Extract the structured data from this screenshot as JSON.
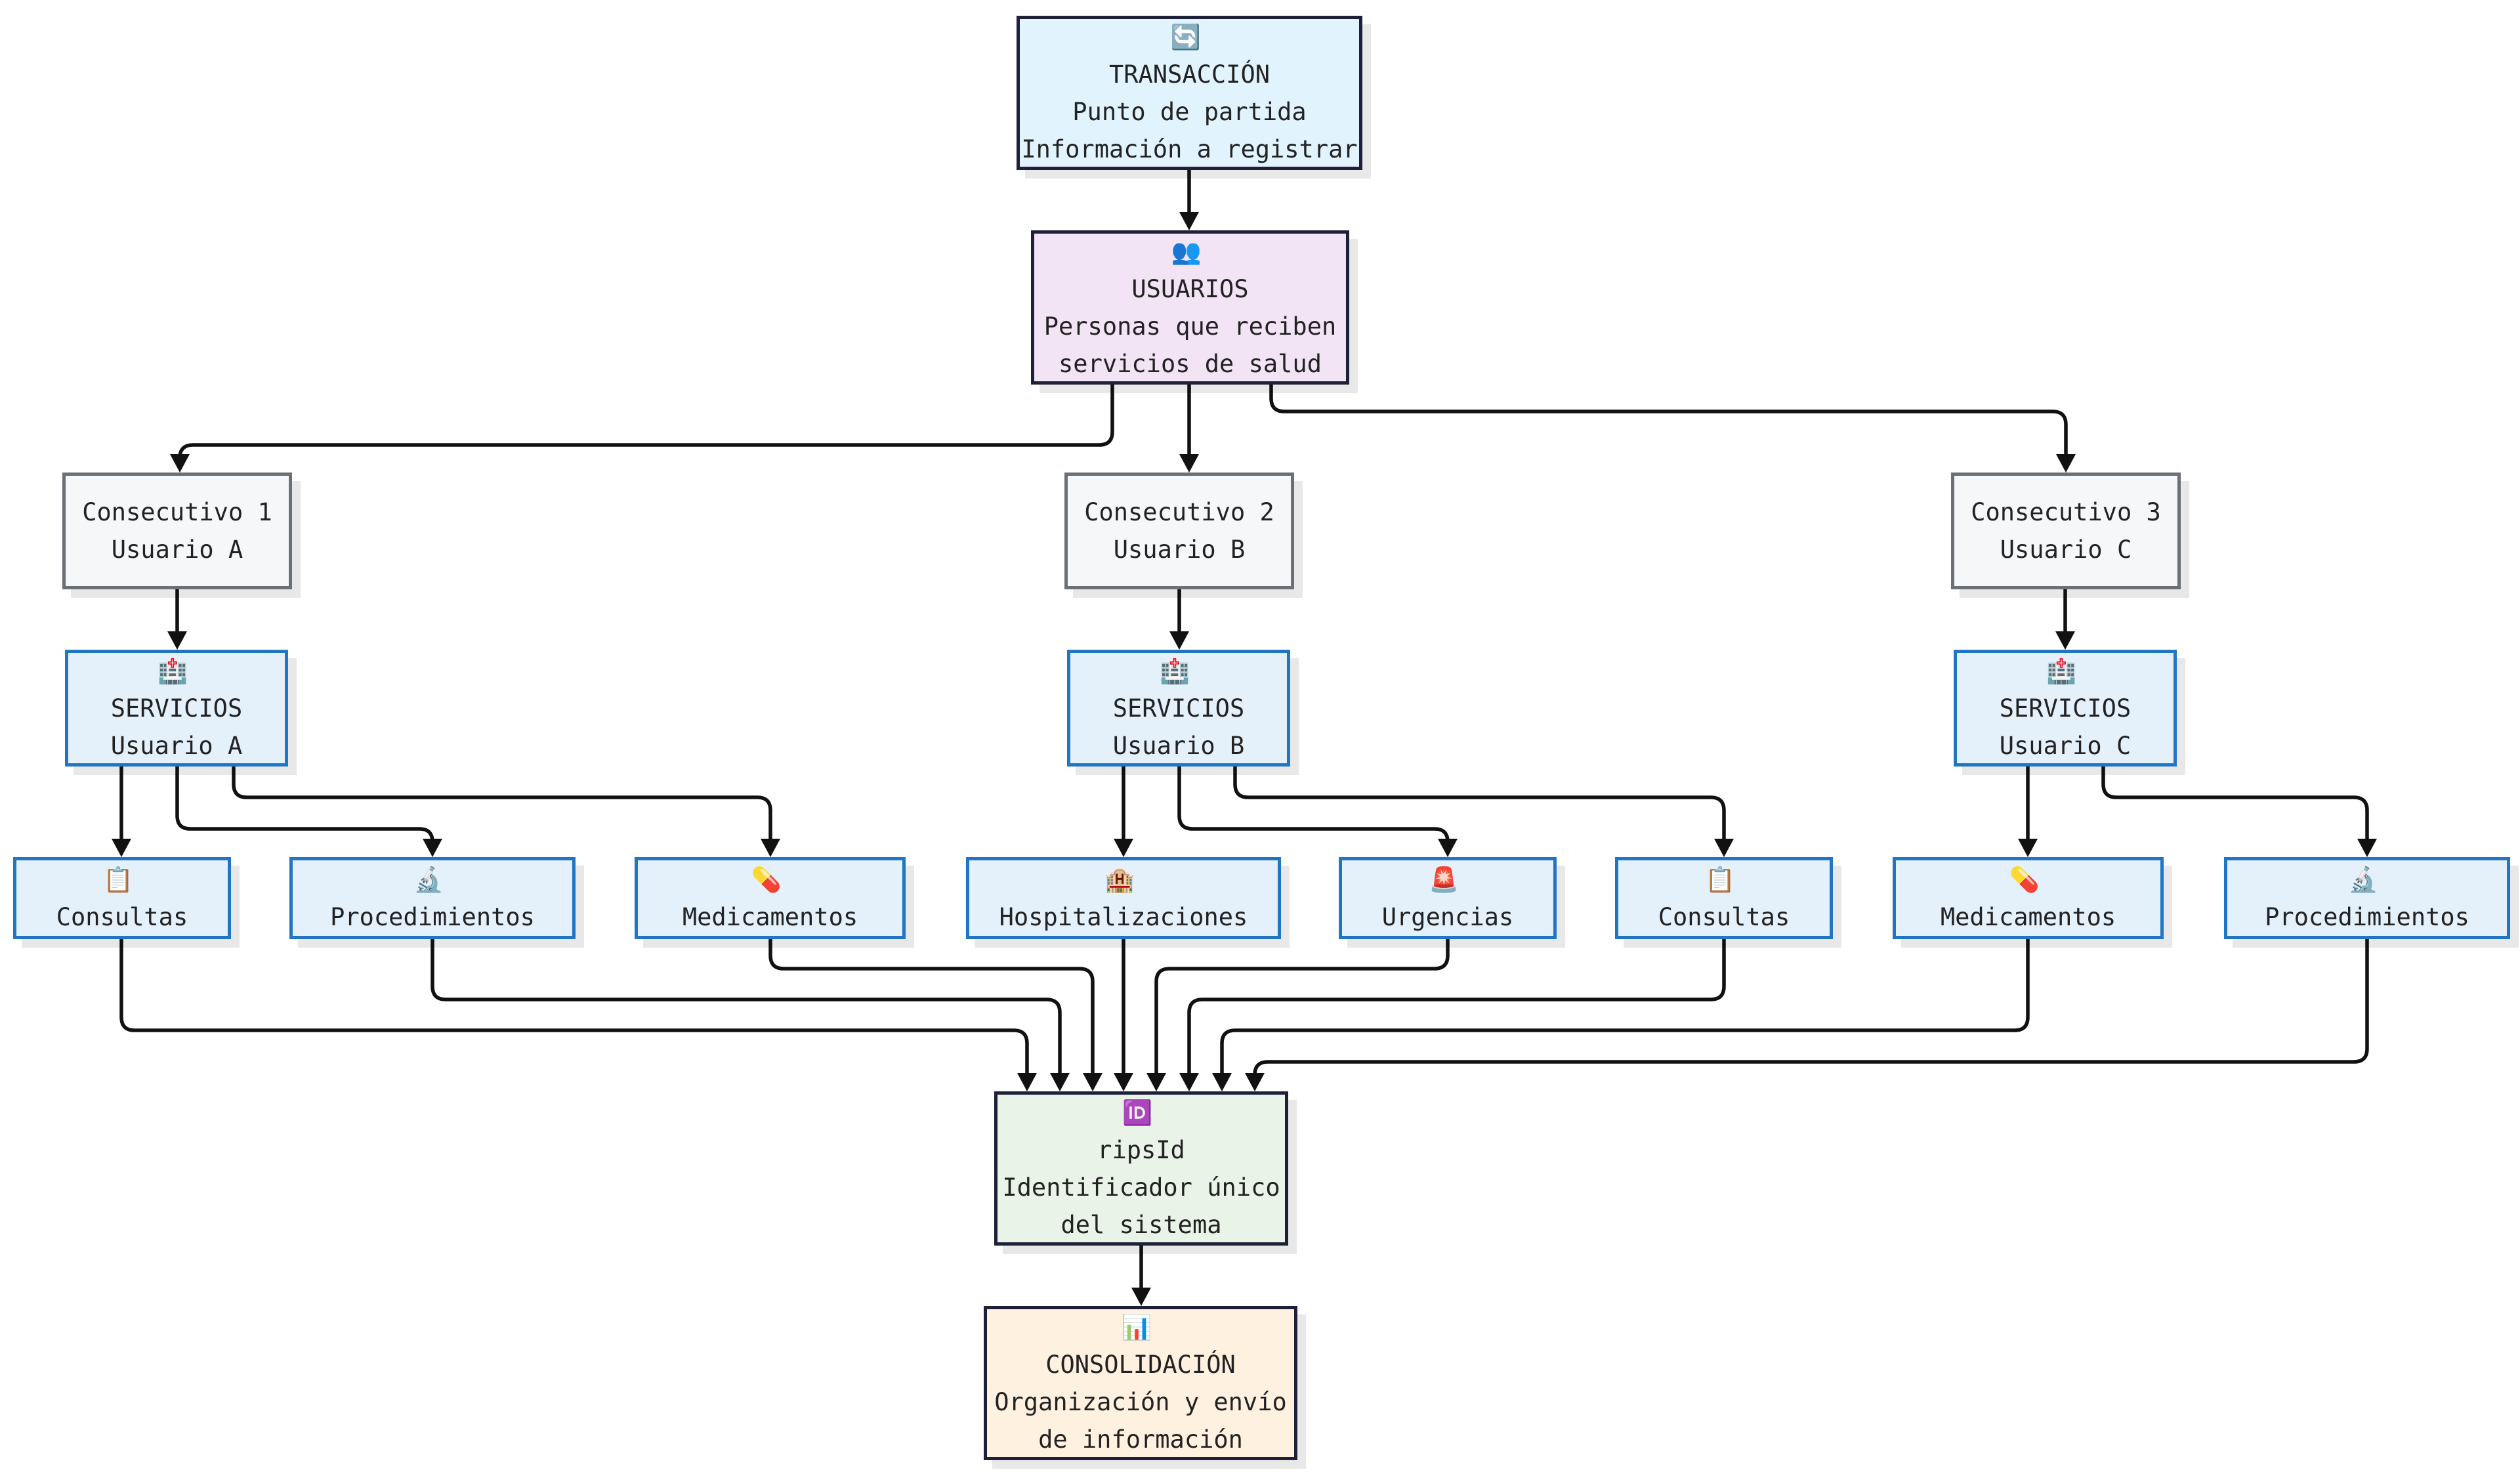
{
  "colors": {
    "transaccion_fill": "#e1f4fd",
    "usuarios_fill": "#f2e4f5",
    "ripsid_fill": "#e9f3e7",
    "consolidacion_fill": "#fff1e0",
    "consecutivo_fill": "#f6f7f8",
    "servicio_fill": "#e4f1fb",
    "servicio_border": "#2176c4",
    "edge": "#111111"
  },
  "nodes": {
    "transaccion": {
      "icon": "🔄",
      "title": "TRANSACCIÓN",
      "line2": "Punto de partida",
      "line3": "Información a registrar"
    },
    "usuarios": {
      "icon": "👥",
      "title": "USUARIOS",
      "line2": "Personas que reciben",
      "line3": "servicios de salud"
    },
    "consecutivo1": {
      "line1": "Consecutivo 1",
      "line2": "Usuario A"
    },
    "consecutivo2": {
      "line1": "Consecutivo 2",
      "line2": "Usuario B"
    },
    "consecutivo3": {
      "line1": "Consecutivo 3",
      "line2": "Usuario C"
    },
    "servicios_a": {
      "icon": "🏥",
      "title": "SERVICIOS",
      "line2": "Usuario A"
    },
    "servicios_b": {
      "icon": "🏥",
      "title": "SERVICIOS",
      "line2": "Usuario B"
    },
    "servicios_c": {
      "icon": "🏥",
      "title": "SERVICIOS",
      "line2": "Usuario C"
    },
    "consultas_a": {
      "icon": "📋",
      "label": "Consultas"
    },
    "procedimientos_a": {
      "icon": "🔬",
      "label": "Procedimientos"
    },
    "medicamentos_a": {
      "icon": "💊",
      "label": "Medicamentos"
    },
    "hospitalizaciones_b": {
      "icon": "🏨",
      "label": "Hospitalizaciones"
    },
    "urgencias_b": {
      "icon": "🚨",
      "label": "Urgencias"
    },
    "consultas_b": {
      "icon": "📋",
      "label": "Consultas"
    },
    "medicamentos_c": {
      "icon": "💊",
      "label": "Medicamentos"
    },
    "procedimientos_c": {
      "icon": "🔬",
      "label": "Procedimientos"
    },
    "ripsid": {
      "icon": "🆔",
      "title": "ripsId",
      "line2": "Identificador único",
      "line3": "del sistema"
    },
    "consolidacion": {
      "icon": "📊",
      "title": "CONSOLIDACIÓN",
      "line2": "Organización y envío",
      "line3": "de información"
    }
  },
  "edges": [
    [
      "transaccion",
      "usuarios"
    ],
    [
      "usuarios",
      "consecutivo1"
    ],
    [
      "usuarios",
      "consecutivo2"
    ],
    [
      "usuarios",
      "consecutivo3"
    ],
    [
      "consecutivo1",
      "servicios_a"
    ],
    [
      "consecutivo2",
      "servicios_b"
    ],
    [
      "consecutivo3",
      "servicios_c"
    ],
    [
      "servicios_a",
      "consultas_a"
    ],
    [
      "servicios_a",
      "procedimientos_a"
    ],
    [
      "servicios_a",
      "medicamentos_a"
    ],
    [
      "servicios_b",
      "hospitalizaciones_b"
    ],
    [
      "servicios_b",
      "urgencias_b"
    ],
    [
      "servicios_b",
      "consultas_b"
    ],
    [
      "servicios_c",
      "medicamentos_c"
    ],
    [
      "servicios_c",
      "procedimientos_c"
    ],
    [
      "consultas_a",
      "ripsid"
    ],
    [
      "procedimientos_a",
      "ripsid"
    ],
    [
      "medicamentos_a",
      "ripsid"
    ],
    [
      "hospitalizaciones_b",
      "ripsid"
    ],
    [
      "urgencias_b",
      "ripsid"
    ],
    [
      "consultas_b",
      "ripsid"
    ],
    [
      "medicamentos_c",
      "ripsid"
    ],
    [
      "procedimientos_c",
      "ripsid"
    ],
    [
      "ripsid",
      "consolidacion"
    ]
  ]
}
